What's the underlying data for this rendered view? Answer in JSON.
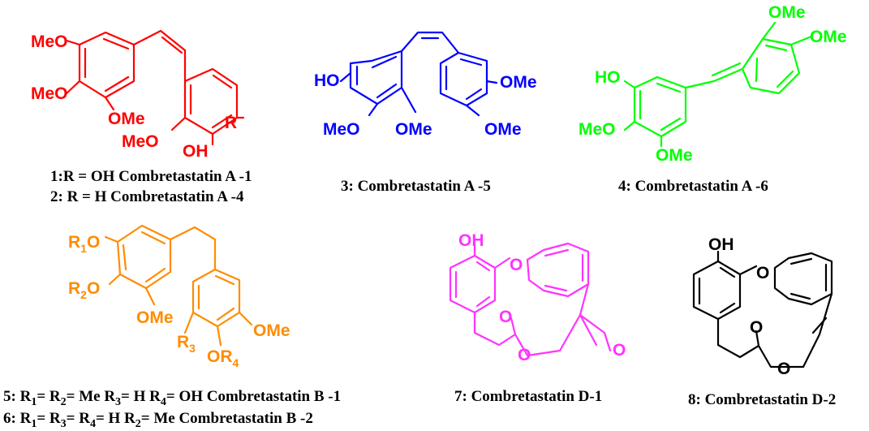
{
  "colors": {
    "cmp12": "#ff0000",
    "cmp3": "#0000ff",
    "cmp4": "#00ff00",
    "cmp56": "#ff8c00",
    "cmp7": "#ff33ff",
    "cmp8": "#000000"
  },
  "compound12": {
    "labels": {
      "meo_top": "MeO",
      "meo_mid": "MeO",
      "ome": "OMe",
      "meo_low": "MeO",
      "oh": "OH",
      "r": "R"
    },
    "caption_1": "1:R = OH Combretastatin A -1",
    "caption_2": "2: R = H Combretastatin A -4"
  },
  "compound3": {
    "labels": {
      "ho": "HO",
      "ome_r": "OMe",
      "meo": "MeO",
      "ome_l": "OMe",
      "ome_b": "OMe"
    },
    "caption": "3: Combretastatin A -5"
  },
  "compound4": {
    "labels": {
      "ome_top": "OMe",
      "ome_r": "OMe",
      "ho": "HO",
      "meo": "MeO",
      "ome_b": "OMe"
    },
    "caption": "4: Combretastatin A -6"
  },
  "compound56": {
    "labels": {
      "r1": "R",
      "r1_sub": "1",
      "r1_o": "O",
      "r2": "R",
      "r2_sub": "2",
      "r2_o": "O",
      "ome": "OMe",
      "ome_r": "OMe",
      "r3": "R",
      "r3_sub": "3",
      "or4": "OR",
      "or4_sub": "4"
    },
    "caption_5": {
      "p1": "5: R",
      "s1": "1",
      "p2": "= R",
      "s2": "2",
      "p3": "= Me R",
      "s3": "3",
      "p4": "= H R",
      "s4": "4",
      "p5": "= OH  Combretastatin B -1"
    },
    "caption_6": {
      "p1": "6: R",
      "s1": "1",
      "p2": "= R",
      "s2": "3",
      "p3": "= R",
      "s3": "4",
      "p4": "= H R",
      "s4": "2",
      "p5": "= Me Combretastatin B -2"
    }
  },
  "compound7": {
    "labels": {
      "oh": "OH",
      "o_ether": "O",
      "o_carbonyl": "O",
      "o_ester": "O",
      "o_epoxide": "O"
    },
    "caption": "7: Combretastatin D-1"
  },
  "compound8": {
    "labels": {
      "oh": "OH",
      "o_ether": "O",
      "o_carbonyl": "O",
      "o_ester": "O"
    },
    "caption": "8: Combretastatin D-2"
  }
}
